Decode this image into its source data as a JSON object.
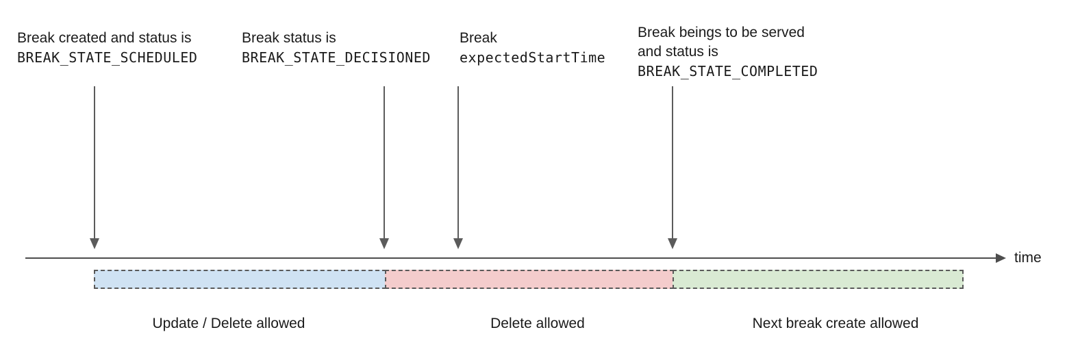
{
  "annotations": {
    "scheduled": {
      "line1": "Break created and status is",
      "code": "BREAK_STATE_SCHEDULED"
    },
    "decisioned": {
      "line1": "Break status is",
      "code": "BREAK_STATE_DECISIONED"
    },
    "expected_start": {
      "line1": "Break",
      "code": "expectedStartTime"
    },
    "completed": {
      "line1": "Break beings to be served",
      "line2": "and status is",
      "code": "BREAK_STATE_COMPLETED"
    }
  },
  "timeline": {
    "axis_label": "time"
  },
  "segments": [
    {
      "label": "Update / Delete allowed",
      "fill": "#cfe2f3"
    },
    {
      "label": "Delete allowed",
      "fill": "#f4cccc"
    },
    {
      "label": "Next break create allowed",
      "fill": "#d9ead3"
    }
  ],
  "colors": {
    "segment_blue": "#cfe2f3",
    "segment_red": "#f4cccc",
    "segment_green": "#d9ead3",
    "line_gray": "#4d4d4d",
    "dash_gray": "#595959",
    "text": "#1a1a1a"
  }
}
